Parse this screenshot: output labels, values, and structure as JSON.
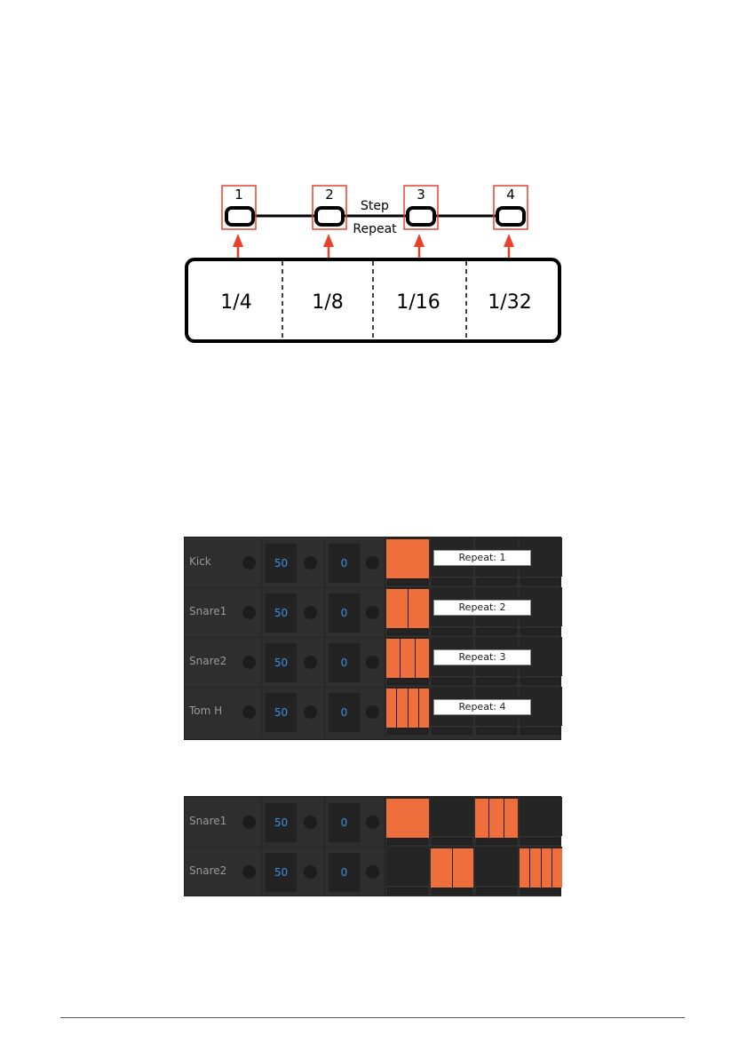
{
  "diagram": {
    "pads": [
      "1",
      "2",
      "3",
      "4"
    ],
    "label_top": "Step",
    "label_bottom": "Repeat",
    "divisions": [
      "1/4",
      "1/8",
      "1/16",
      "1/32"
    ]
  },
  "panel1": {
    "rows": [
      {
        "name": "Kick",
        "value1": "50",
        "value2": "0",
        "repeat_label": "Repeat: 1",
        "repeat": 1
      },
      {
        "name": "Snare1",
        "value1": "50",
        "value2": "0",
        "repeat_label": "Repeat: 2",
        "repeat": 2
      },
      {
        "name": "Snare2",
        "value1": "50",
        "value2": "0",
        "repeat_label": "Repeat: 3",
        "repeat": 3
      },
      {
        "name": "Tom H",
        "value1": "50",
        "value2": "0",
        "repeat_label": "Repeat: 4",
        "repeat": 4
      }
    ]
  },
  "panel2": {
    "rows": [
      {
        "name": "Snare1",
        "value1": "50",
        "value2": "0",
        "steps": [
          1,
          0,
          3,
          0
        ]
      },
      {
        "name": "Snare2",
        "value1": "50",
        "value2": "0",
        "steps": [
          0,
          2,
          0,
          4
        ]
      }
    ]
  },
  "colors": {
    "accent": "#ef6f3c",
    "callout_red": "#e8412b",
    "value_blue": "#3d8ede",
    "panel_bg": "#2e2e2e"
  }
}
